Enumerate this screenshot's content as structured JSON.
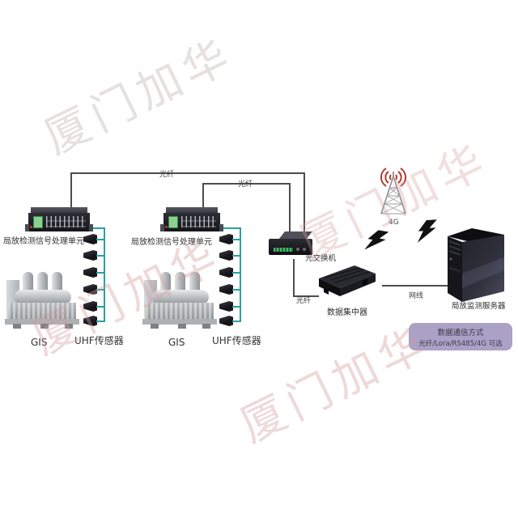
{
  "watermark": {
    "text": "厦门加华"
  },
  "units": {
    "unit1_label": "局放检测信号处理单元",
    "unit2_label": "局放检测信号处理单元"
  },
  "gis": {
    "gis1_label": "GIS",
    "gis2_label": "GIS",
    "sensors1_label": "UHF传感器",
    "sensors2_label": "UHF传感器"
  },
  "links": {
    "fiber_top_outer": "光纤",
    "fiber_top_inner": "光纤",
    "fiber_switch": "光纤",
    "ethernet": "网线"
  },
  "devices": {
    "optical_switch": "光交换机",
    "data_concentrator": "数据集中器",
    "tower": "4G",
    "server": "局放监测服务器"
  },
  "note": {
    "line1": "数据通信方式",
    "line2": "光纤/Lora/RS485/4G 可选"
  },
  "colors": {
    "sensor_bus": "#2d9f9f",
    "connector": "#4d4d4d",
    "note_bg": "#aba1c6",
    "radio_wave": "#b23a31",
    "watermark_pink": "#d19c9c"
  }
}
